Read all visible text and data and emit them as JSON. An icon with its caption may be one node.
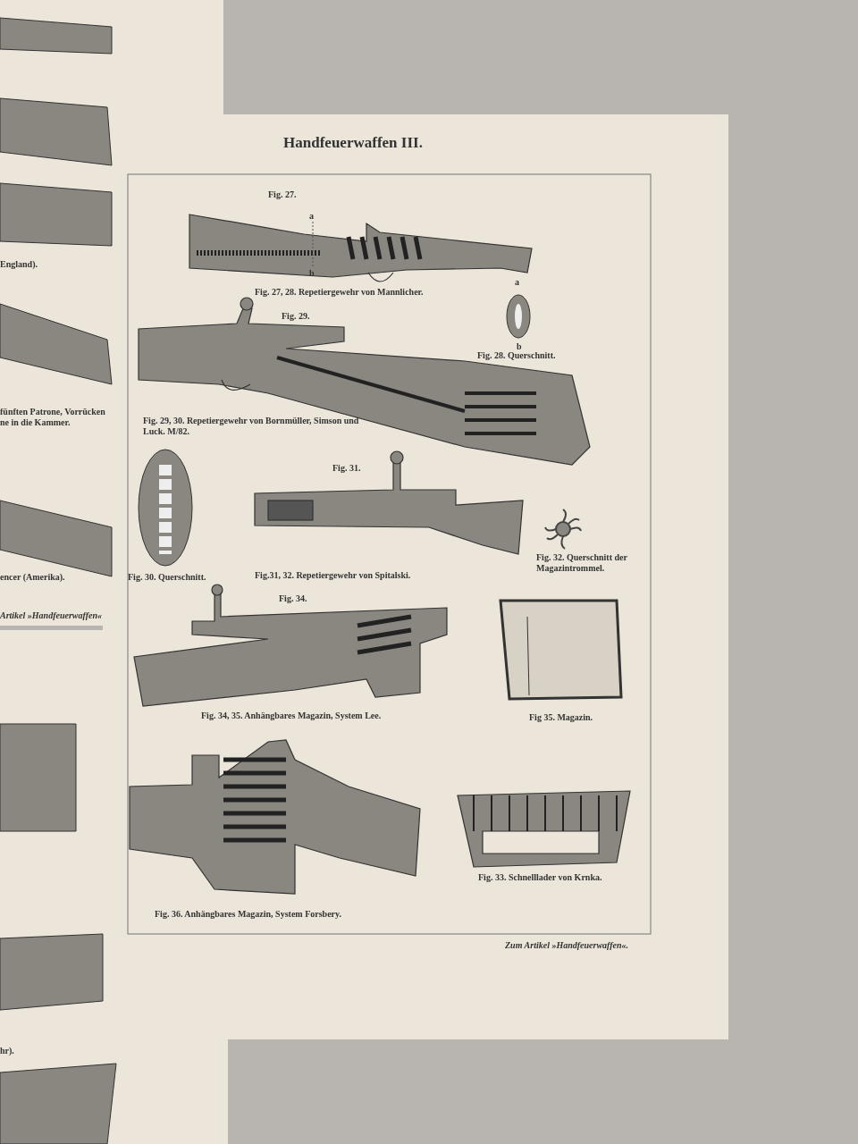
{
  "diagram": {
    "title": "Handfeuerwaffen III.",
    "labels": [
      "Fig. 27.",
      "a",
      "b",
      "Fig. 27, 28. Repetiergewehr von Mannlicher.",
      "a",
      "b",
      "Fig. 28. Querschnitt.",
      "Fig. 29.",
      "Fig. 29, 30. Repetiergewehr von Bornmüller, Simson und Luck. M/82.",
      "Fig. 31.",
      "Fig. 30. Querschnitt.",
      "Fig.31, 32. Repetiergewehr von Spitalski.",
      "Fig. 32. Querschnitt der Magazintrommel.",
      "Fig. 34.",
      "Fig. 34, 35. Anhängbares Magazin, System Lee.",
      "Fig 35. Magazin.",
      "Fig. 36. Anhängbares Magazin, System Forsbery.",
      "Fig. 33. Schnelllader von Krnka.",
      "Zum Artikel »Handfeuerwaffen«.",
      "England).",
      "fünften Patrone, Vorrücken ne in die Kammer.",
      "encer (Amerika).",
      "Artikel »Handfeuerwaffen«",
      "hr)."
    ]
  }
}
